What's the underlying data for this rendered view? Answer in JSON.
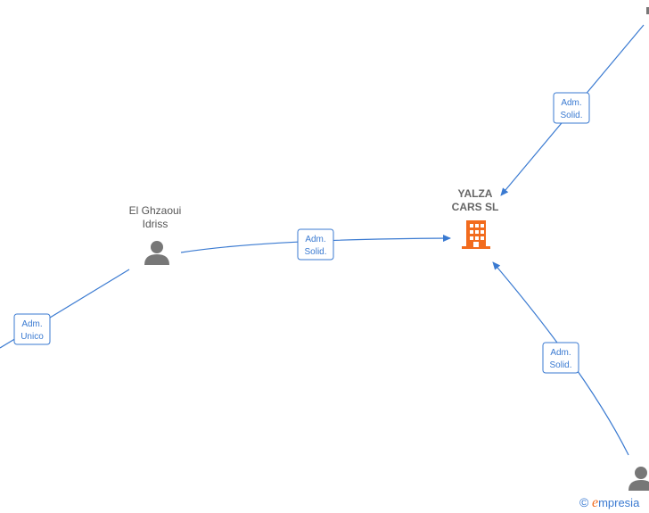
{
  "nodes": {
    "company": {
      "name_line1": "YALZA",
      "name_line2": "CARS  SL",
      "icon": "building-icon",
      "color": "#f26b1d"
    },
    "person_main": {
      "name_line1": "El Ghzaoui",
      "name_line2": "Idriss",
      "icon": "person-icon",
      "color": "#777777"
    },
    "person_bottom_right": {
      "icon": "person-icon",
      "color": "#777777"
    }
  },
  "edges": [
    {
      "id": "top-right",
      "line1": "Adm.",
      "line2": "Solid."
    },
    {
      "id": "main",
      "line1": "Adm.",
      "line2": "Solid."
    },
    {
      "id": "left",
      "line1": "Adm.",
      "line2": "Unico"
    },
    {
      "id": "bottom-right",
      "line1": "Adm.",
      "line2": "Solid."
    }
  ],
  "watermark": {
    "copyright": "©",
    "brand_e": "e",
    "brand_rest": "mpresia"
  },
  "colors": {
    "edge": "#3a7ad1",
    "company": "#f26b1d",
    "person": "#777777"
  }
}
